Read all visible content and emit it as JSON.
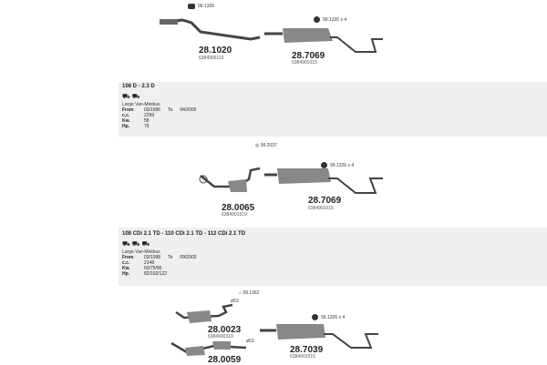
{
  "top": {
    "parts": [
      {
        "number": "28.1020",
        "oe": "6384900119",
        "accessory": "99.1326"
      },
      {
        "number": "28.7069",
        "oe": "6384901015",
        "accessory": "99.1326 x 4"
      }
    ]
  },
  "section1": {
    "title": "108 D - 2.3 D",
    "body_type": "Large Van-Minibus",
    "from_label": "From",
    "from": "03/1996",
    "to_label": "To",
    "to": "04/2000",
    "cc_label": "c.c.",
    "cc": "2299",
    "kw_label": "Kw.",
    "kw": "58",
    "hp_label": "Hp.",
    "hp": "79"
  },
  "group1": {
    "accessory_top": "99.2037",
    "parts": [
      {
        "number": "28.0065",
        "oe": "6384901519"
      },
      {
        "number": "28.7069",
        "oe": "6384901015",
        "accessory": "99.1326 x 4"
      }
    ]
  },
  "section2": {
    "title": "108 CDi  2.1 TD - 110 CDi  2.1 TD - 112 CDi  2.1 TD",
    "body_type": "Large Van-Minibus",
    "from_label": "From",
    "from": "03/1998",
    "to_label": "To",
    "to": "09/2003",
    "cc_label": "c.c.",
    "cc": "2148",
    "kw_label": "Kw.",
    "kw": "60/75/90",
    "hp_label": "Hp.",
    "hp": "82/102/122"
  },
  "group2": {
    "accessory_top": "99.1362",
    "diameter": "ø53",
    "parts": [
      {
        "number": "28.0023",
        "oe": "6384900319"
      },
      {
        "number": "28.0059"
      },
      {
        "number": "28.7039",
        "oe": "6384901515",
        "accessory": "99.1326 x 4"
      }
    ]
  }
}
